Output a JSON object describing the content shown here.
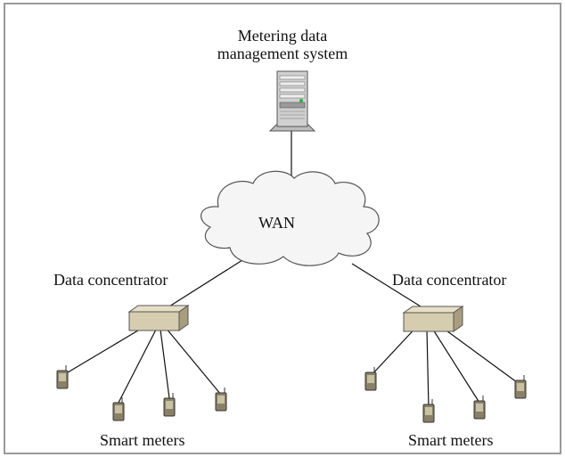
{
  "server_label_line1": "Metering data",
  "server_label_line2": "management system",
  "wan_label": "WAN",
  "concentrator_left_label": "Data concentrator",
  "concentrator_right_label": "Data concentrator",
  "meters_left_label": "Smart meters",
  "meters_right_label": "Smart meters",
  "icons": [
    "server-icon",
    "cloud-icon",
    "concentrator-icon",
    "smart-meter-icon"
  ],
  "colors": {
    "frame": "#999999",
    "cloud_fill": "#f5f5f5",
    "concentrator_fill": "#d6cdb0",
    "meter_fill": "#8a8068",
    "server_fill": "#c9c9c9",
    "line": "#111111"
  }
}
